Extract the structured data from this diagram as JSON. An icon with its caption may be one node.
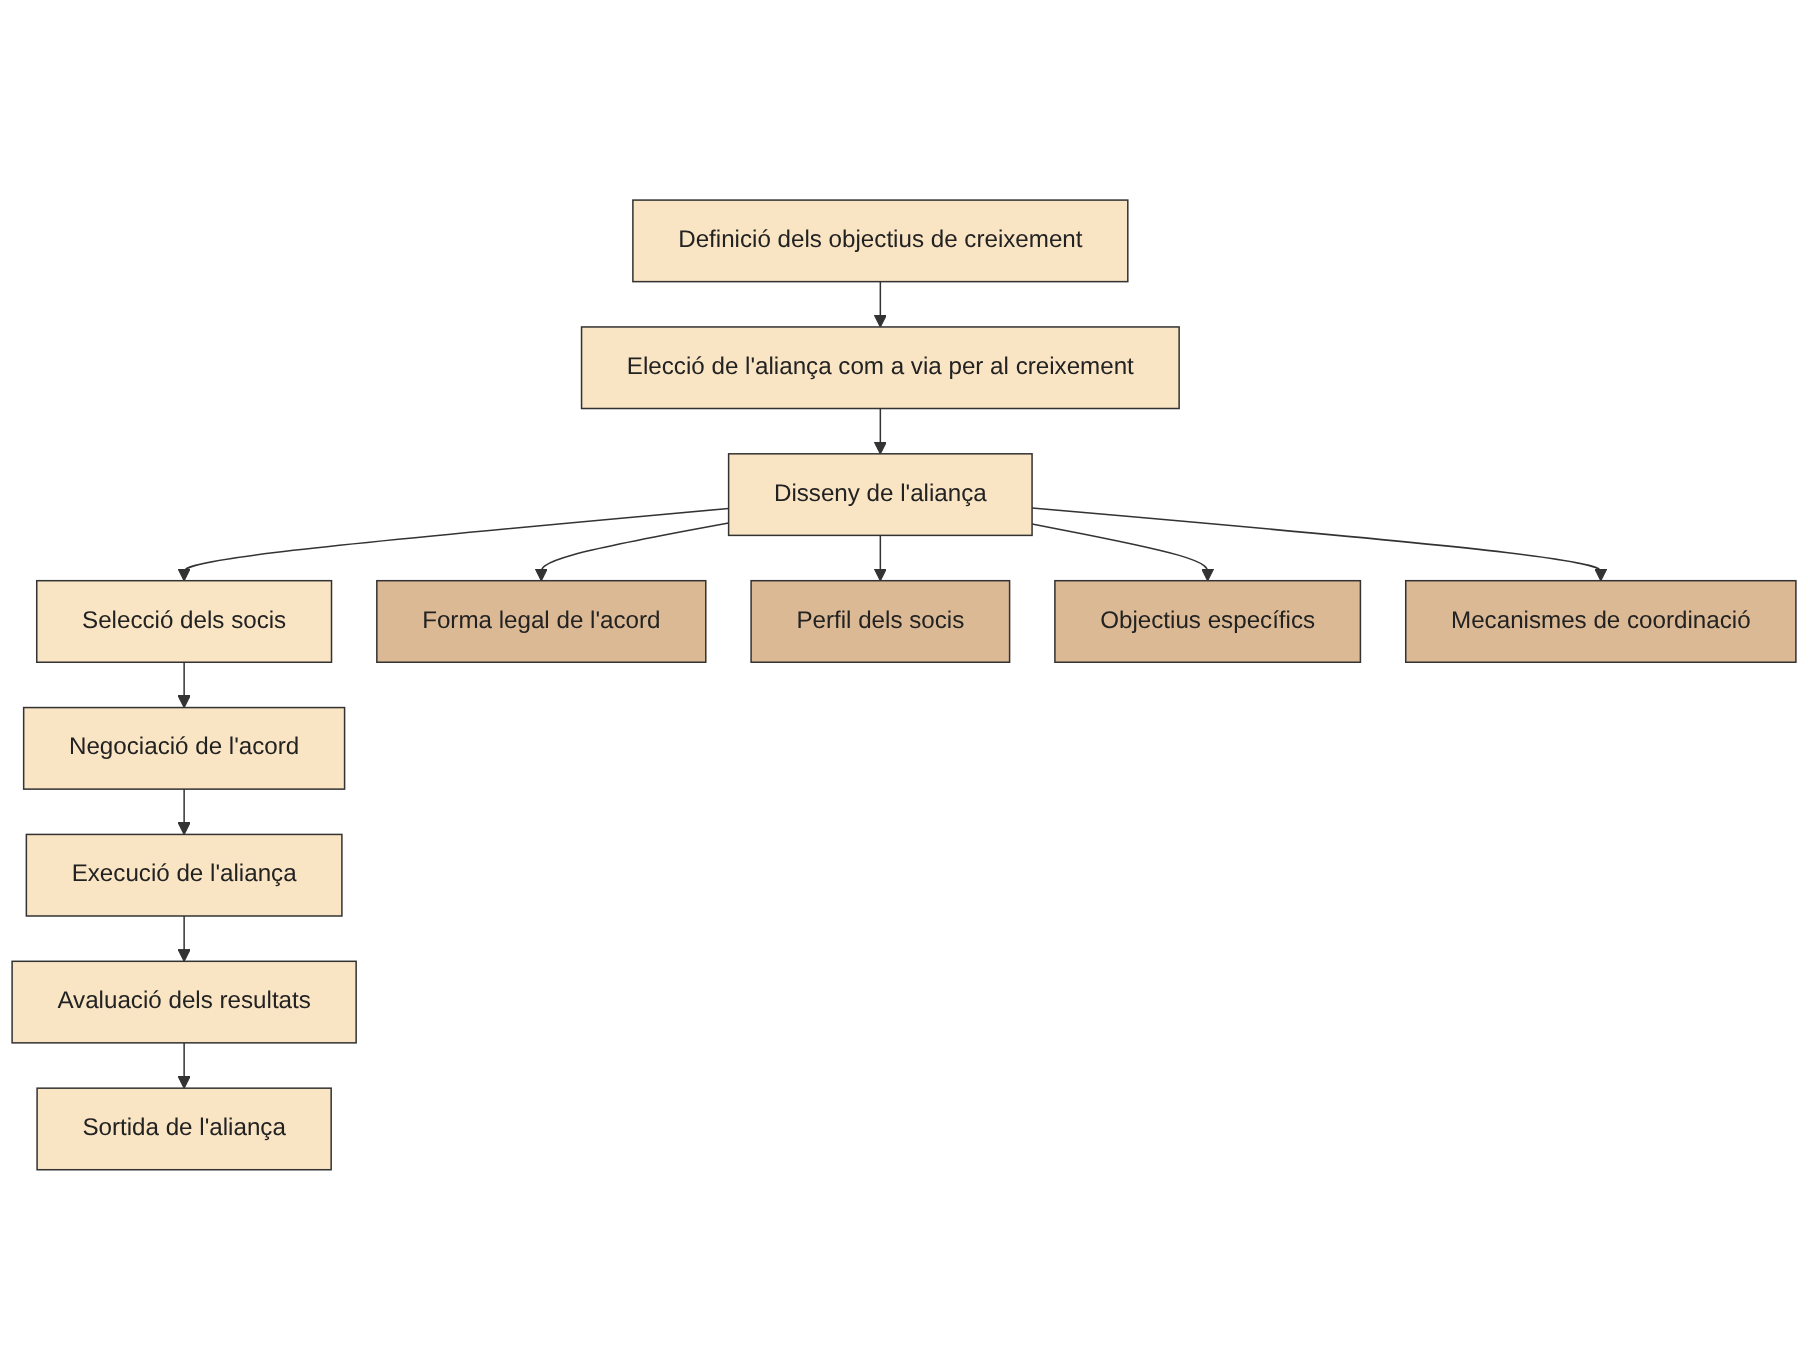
{
  "diagram": {
    "nodes": [
      {
        "text": [
          "Definició dels objectius de creixement"
        ]
      },
      {
        "text": [
          "Elecció de l'aliança com a via per al creixement"
        ]
      },
      {
        "text": [
          "Disseny de l'aliança"
        ]
      },
      {
        "text": [
          "Selecció dels socis"
        ]
      },
      {
        "text": [
          "Negociació de l'acord"
        ]
      },
      {
        "text": [
          "Execució de l'aliança"
        ]
      },
      {
        "text": [
          "Avaluació dels resultats"
        ]
      },
      {
        "text": [
          "Sortida de l'aliança"
        ]
      },
      {
        "text": [
          "Forma legal de l'acord"
        ]
      },
      {
        "text": [
          "Perfil dels socis"
        ]
      },
      {
        "text": [
          "Objectius específics"
        ]
      },
      {
        "text": [
          "Mecanismes de coordinació"
        ]
      }
    ],
    "edges": [
      {
        "from": 0,
        "to": 1,
        "arrow": "to"
      },
      {
        "from": 1,
        "to": 2,
        "arrow": "to"
      },
      {
        "from": 2,
        "to": 3,
        "arrow": "to"
      },
      {
        "from": 3,
        "to": 4,
        "arrow": "to"
      },
      {
        "from": 4,
        "to": 5,
        "arrow": "to"
      },
      {
        "from": 5,
        "to": 6,
        "arrow": "to"
      },
      {
        "from": 6,
        "to": 7,
        "arrow": "to"
      },
      {
        "from": 2,
        "to": 8,
        "arrow": "to"
      },
      {
        "from": 2,
        "to": 9,
        "arrow": "to"
      },
      {
        "from": 2,
        "to": 10,
        "arrow": "to"
      },
      {
        "from": 2,
        "to": 11,
        "arrow": "to"
      }
    ]
  }
}
